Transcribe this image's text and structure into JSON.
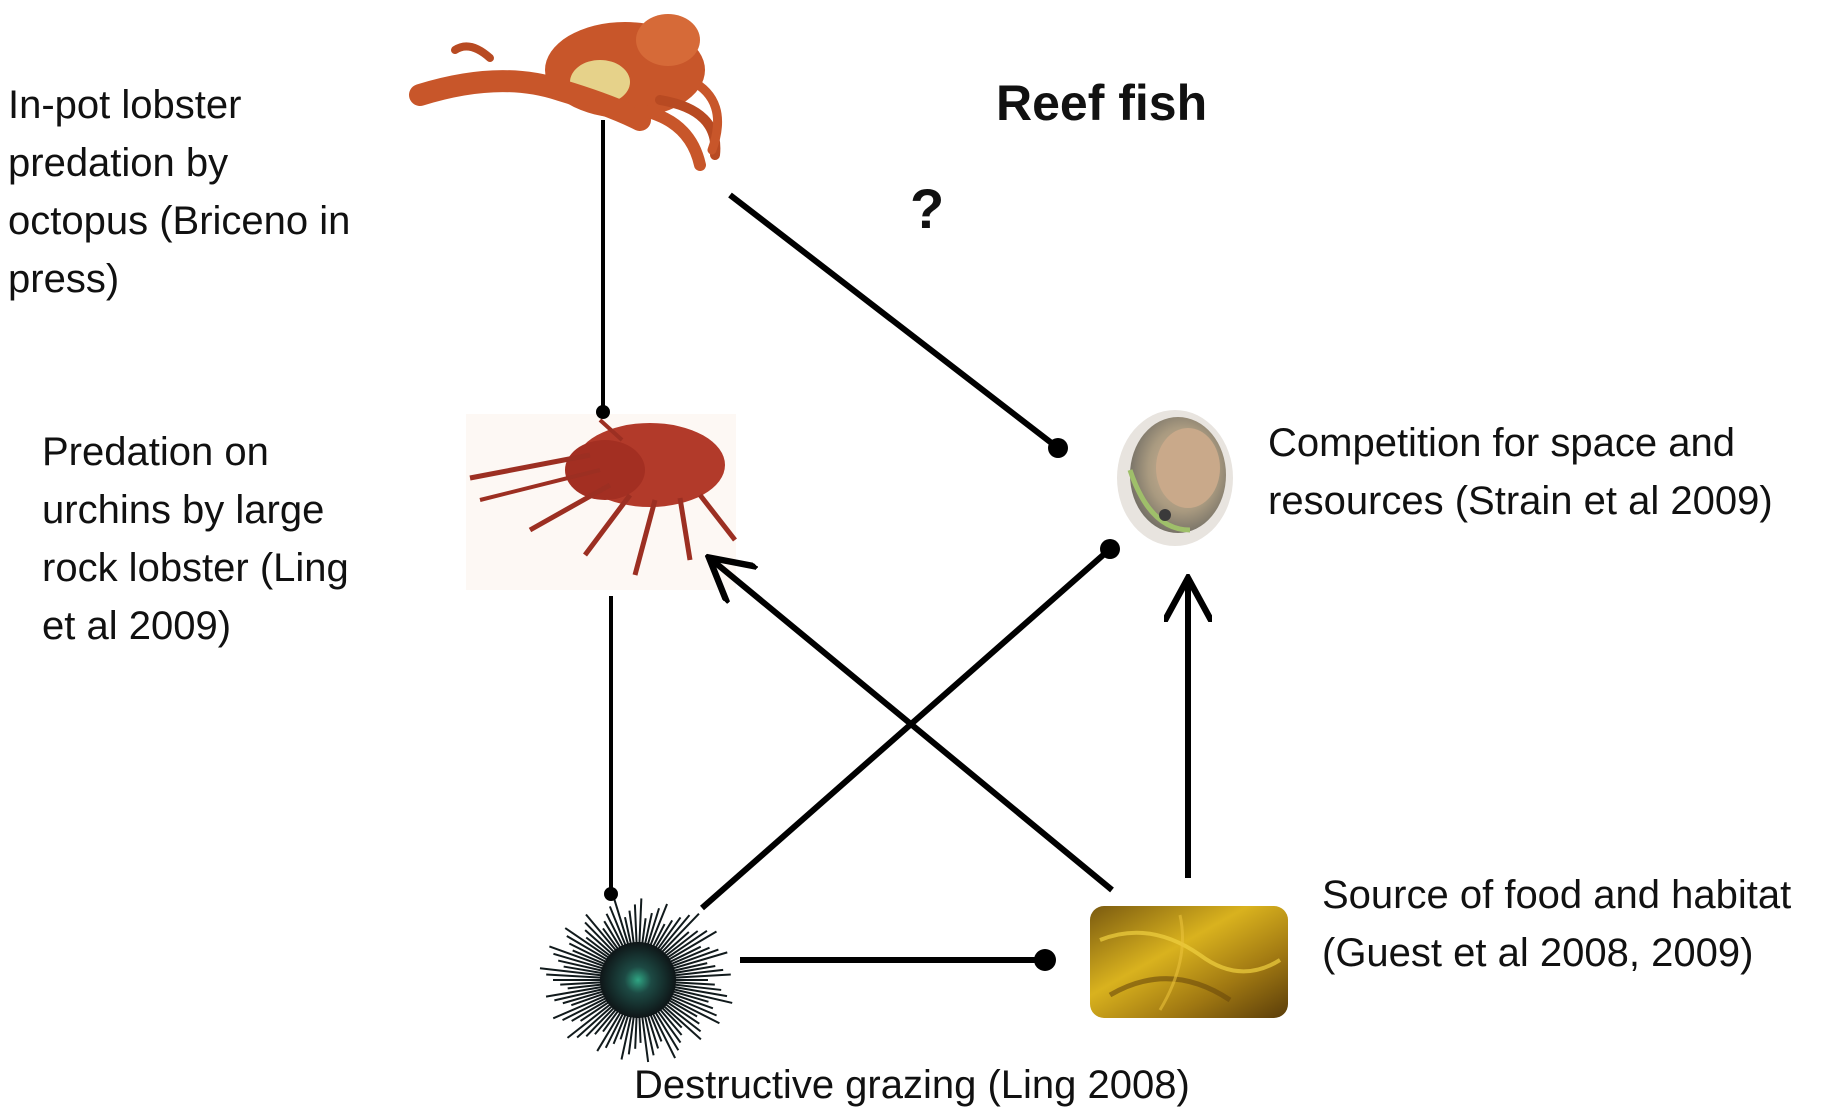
{
  "title": "Reef fish",
  "question_mark": "?",
  "labels": {
    "octopus": "In-pot lobster\npredation by\noctopus (Briceno in\npress)",
    "lobster": "Predation on\nurchins by large\nrock lobster (Ling\net al 2009)",
    "abalone": "Competition for space and\nresources (Strain et al 2009)",
    "kelp": "Source of food and habitat\n(Guest et al 2008, 2009)",
    "urchin": "Destructive grazing (Ling 2008)"
  },
  "colors": {
    "octopus": "#c8562a",
    "lobster": "#b23a2a",
    "urchin": "#1a2a2e",
    "urchin_center": "#2fa583",
    "kelp": "#c9a21a",
    "abalone_shell": "#b8b0a0",
    "abalone_body": "#c9a98a",
    "line": "#000000"
  },
  "icons": {
    "octopus": "octopus-image",
    "lobster": "rock-lobster-image",
    "abalone": "abalone-image",
    "urchin": "sea-urchin-image",
    "kelp": "kelp-image"
  }
}
